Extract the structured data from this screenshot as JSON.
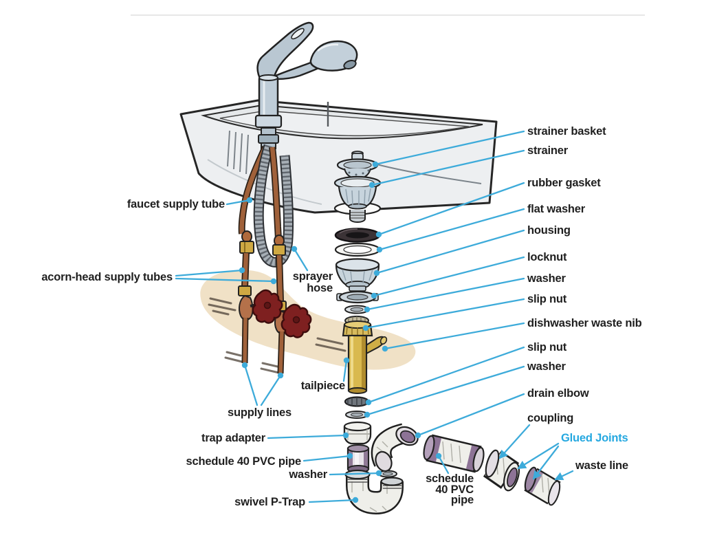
{
  "diagram": {
    "subject": "kitchen sink plumbing exploded diagram",
    "style": {
      "leader_color": "#3dabda",
      "glued_joints_color": "#25a8e0",
      "label_color": "#1f1f1f"
    },
    "labels": {
      "strainer_basket": "strainer basket",
      "strainer": "strainer",
      "rubber_gasket": "rubber gasket",
      "flat_washer": "flat washer",
      "housing": "housing",
      "locknut": "locknut",
      "washer_upper": "washer",
      "slip_nut_upper": "slip nut",
      "dishwasher_waste_nib": "dishwasher waste nib",
      "slip_nut_lower": "slip nut",
      "washer_lower": "washer",
      "drain_elbow": "drain elbow",
      "coupling": "coupling",
      "glued_joints": "Glued Joints",
      "waste_line": "waste line",
      "faucet_supply_tube": "faucet supply tube",
      "acorn_head_supply_tubes": "acorn-head supply tubes",
      "sprayer_hose": [
        "sprayer",
        "hose"
      ],
      "tailpiece": "tailpiece",
      "supply_lines": "supply lines",
      "trap_adapter": "trap adapter",
      "schedule_40_pvc_pipe_left": "schedule 40 PVC pipe",
      "washer_left": "washer",
      "swivel_p_trap": "swivel P-Trap",
      "schedule_40_pvc_pipe_center": [
        "schedule",
        "40 PVC",
        "pipe"
      ]
    }
  }
}
